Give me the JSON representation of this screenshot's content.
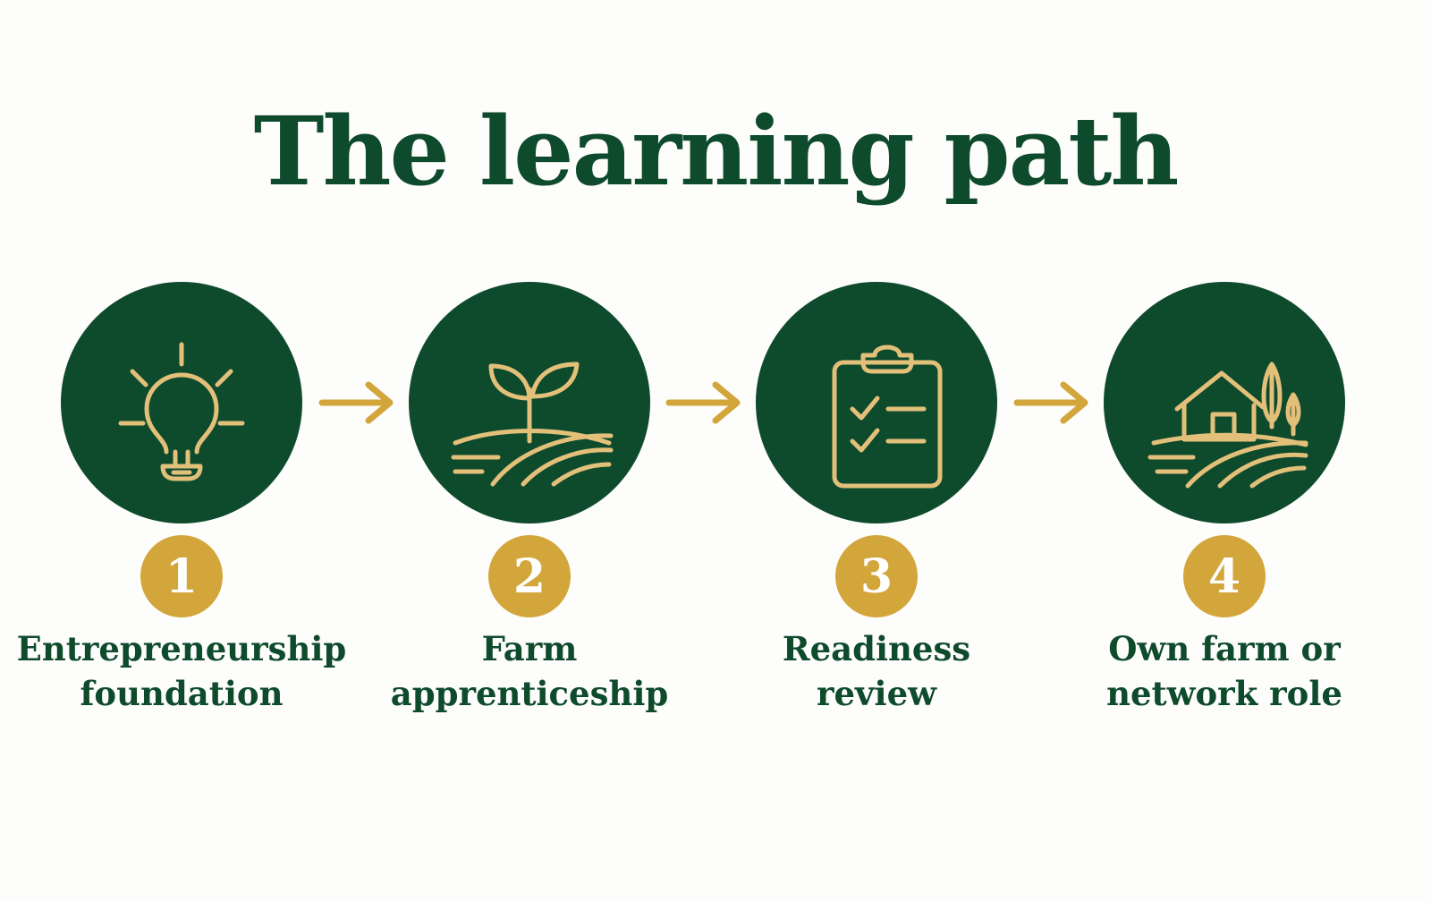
{
  "title": "The learning path",
  "colors": {
    "primary_green": "#0e4a2c",
    "accent_gold": "#d3a63b",
    "icon_gold": "#e3c07a",
    "background": "#fdfdfb"
  },
  "steps": [
    {
      "number": "1",
      "label_line1": "Entrepreneurship",
      "label_line2": "foundation",
      "icon": "lightbulb-icon"
    },
    {
      "number": "2",
      "label_line1": "Farm",
      "label_line2": "apprenticeship",
      "icon": "sprout-field-icon"
    },
    {
      "number": "3",
      "label_line1": "Readiness",
      "label_line2": "review",
      "icon": "clipboard-checklist-icon"
    },
    {
      "number": "4",
      "label_line1": "Own farm or",
      "label_line2": "network role",
      "icon": "farmhouse-icon"
    }
  ],
  "connector_icon": "arrow-right-icon"
}
